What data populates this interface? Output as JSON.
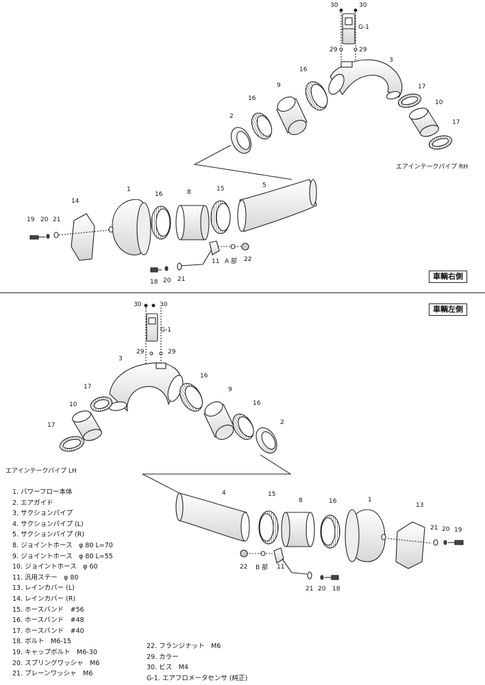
{
  "sections": {
    "right": {
      "box_label": "車輌右側",
      "pipe_label": "エアインテークパイプ RH",
      "area_label": "A 部",
      "callouts": {
        "n30a": "30",
        "n30b": "30",
        "g1": "G-1",
        "n29a": "29",
        "n29b": "29",
        "n3": "3",
        "n16a": "16",
        "n16b": "16",
        "n9": "9",
        "n17a": "17",
        "n17b": "17",
        "n10": "10",
        "n2": "2",
        "n1": "1",
        "n16c": "16",
        "n8": "8",
        "n15": "15",
        "n5": "5",
        "n14": "14",
        "n19": "19",
        "n20": "20",
        "n21": "21",
        "n11": "11",
        "n22": "22",
        "n18": "18",
        "n20b": "20",
        "n21b": "21"
      }
    },
    "left": {
      "box_label": "車輌左側",
      "pipe_label": "エアインテークパイプ LH",
      "area_label": "B 部",
      "callouts": {
        "n30a": "30",
        "n30b": "30",
        "g1": "G-1",
        "n29a": "29",
        "n29b": "29",
        "n3": "3",
        "n17a": "17",
        "n10": "10",
        "n17b": "17",
        "n16a": "16",
        "n9": "9",
        "n16b": "16",
        "n2": "2",
        "n4": "4",
        "n15": "15",
        "n8": "8",
        "n16c": "16",
        "n1": "1",
        "n13": "13",
        "n21": "21",
        "n20": "20",
        "n19": "19",
        "n22": "22",
        "n11": "11",
        "n21b": "21",
        "n20b": "20",
        "n18": "18"
      }
    }
  },
  "parts_left": [
    "1. パワーフロー本体",
    "2. エアガイド",
    "3. サクションパイプ",
    "4. サクションパイプ (L)",
    "5. サクションパイプ (R)",
    "8. ジョイントホース　φ 80 L=70",
    "9. ジョイントホース　φ 80 L=55",
    "10. ジョイントホース　φ 60",
    "11. 汎用ステー　φ 80",
    "13. レインカバー (L)",
    "14. レインカバー (R)",
    "15. ホースバンド　#56",
    "16. ホースバンド　#48",
    "17. ホースバンド　#40",
    "18. ボルト　M6-15",
    "19. キャップボルト　M6-30",
    "20. スプリングワッシャ　M6",
    "21. プレーンワッシャ　M6"
  ],
  "parts_right": [
    "22. フランジナット　M6",
    "29. カラー",
    "30. ビス　M4",
    "G-1. エアフロメータセンサ (純正)"
  ]
}
